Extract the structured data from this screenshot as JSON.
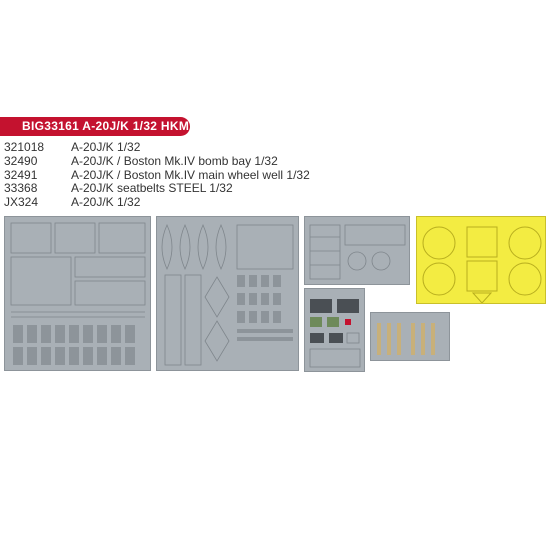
{
  "banner": {
    "label": "BIG33161  A-20J/K  1/32  HKM",
    "color": "#c4122f"
  },
  "kits": [
    {
      "code": "321018",
      "desc": "A-20J/K 1/32"
    },
    {
      "code": "32490",
      "desc": "A-20J/K / Boston Mk.IV bomb bay 1/32"
    },
    {
      "code": "32491",
      "desc": "A-20J/K / Boston Mk.IV main wheel well 1/32"
    },
    {
      "code": "33368",
      "desc": "A-20J/K seatbelts STEEL 1/32"
    },
    {
      "code": "JX324",
      "desc": "A-20J/K 1/32"
    }
  ],
  "colors": {
    "fret": "#a9b0b6",
    "mask": "#f3ec42"
  }
}
